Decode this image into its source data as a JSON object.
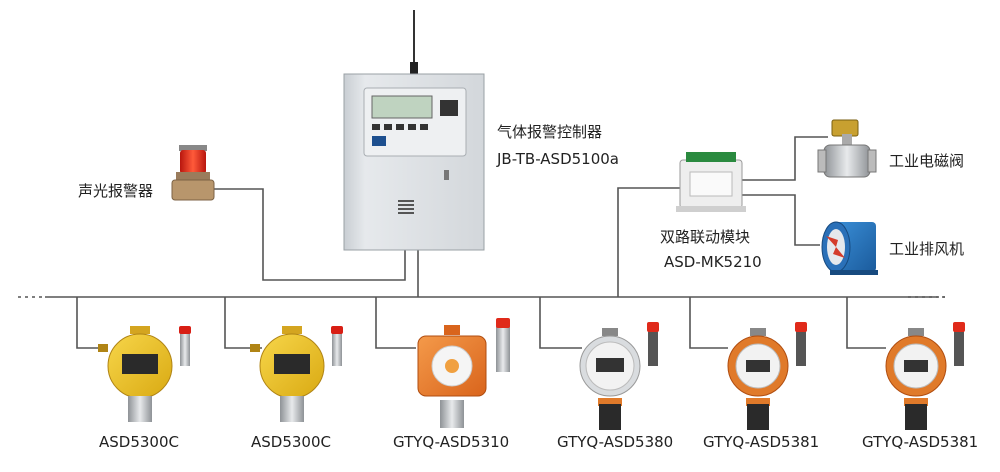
{
  "controller": {
    "name": "气体报警控制器",
    "model": "JB-TB-ASD5100a"
  },
  "alarm": {
    "name": "声光报警器"
  },
  "module": {
    "name": "双路联动模块",
    "model": "ASD-MK5210"
  },
  "outputs": {
    "valve": "工业电磁阀",
    "fan": "工业排风机"
  },
  "detectors": [
    {
      "model": "ASD5300C",
      "style": "yellow"
    },
    {
      "model": "ASD5300C",
      "style": "yellow"
    },
    {
      "model": "GTYQ-ASD5310",
      "style": "orange"
    },
    {
      "model": "GTYQ-ASD5380",
      "style": "orange-ring"
    },
    {
      "model": "GTYQ-ASD5381",
      "style": "orange-ring"
    },
    {
      "model": "GTYQ-ASD5381",
      "style": "orange-ring"
    }
  ]
}
